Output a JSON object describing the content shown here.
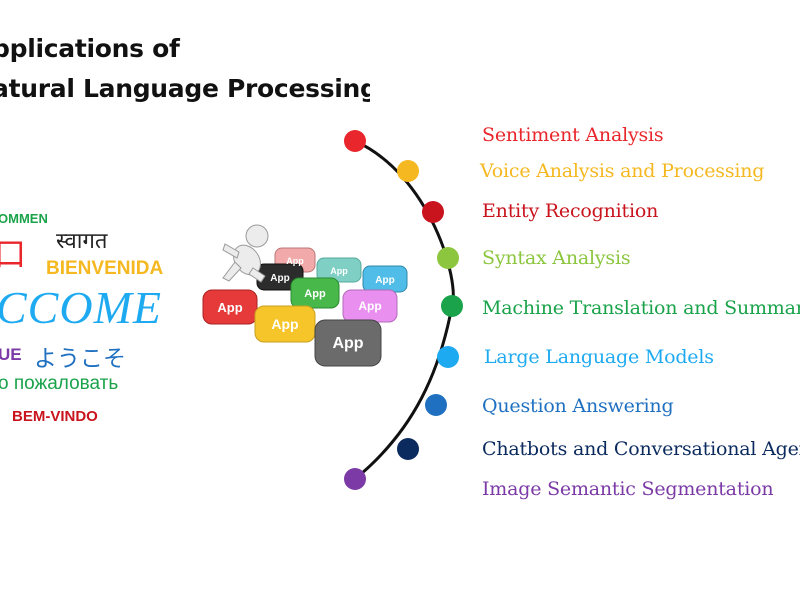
{
  "title": {
    "line1": "pplications of",
    "line2": "atural Language Processing"
  },
  "word_cloud": {
    "w1": "OMMEN",
    "w2": "स्वागत",
    "w3": "BIENVENIDA",
    "w4": "CCOME",
    "w5": "UE",
    "w6": "ようこそ",
    "w7": "о пожаловать",
    "w8": "BEM-VINDO"
  },
  "keyboard": {
    "key_label": "App"
  },
  "applications": [
    {
      "label": "Sentiment Analysis",
      "color": "#e8262b"
    },
    {
      "label": "Voice Analysis and Processing",
      "color": "#f5b820"
    },
    {
      "label": "Entity Recognition",
      "color": "#c9141e"
    },
    {
      "label": "Syntax Analysis",
      "color": "#8cc63f"
    },
    {
      "label": "Machine Translation and Summarizat",
      "color": "#1aa34a"
    },
    {
      "label": "Large Language Models",
      "color": "#1eaaf1"
    },
    {
      "label": "Question Answering",
      "color": "#1f70c1"
    },
    {
      "label": "Chatbots and Conversational Agents",
      "color": "#0b2a5e"
    },
    {
      "label": "Image Semantic Segmentation",
      "color": "#7b3aa6"
    }
  ],
  "colors": {
    "arc": "#111111",
    "title": "#111111"
  }
}
